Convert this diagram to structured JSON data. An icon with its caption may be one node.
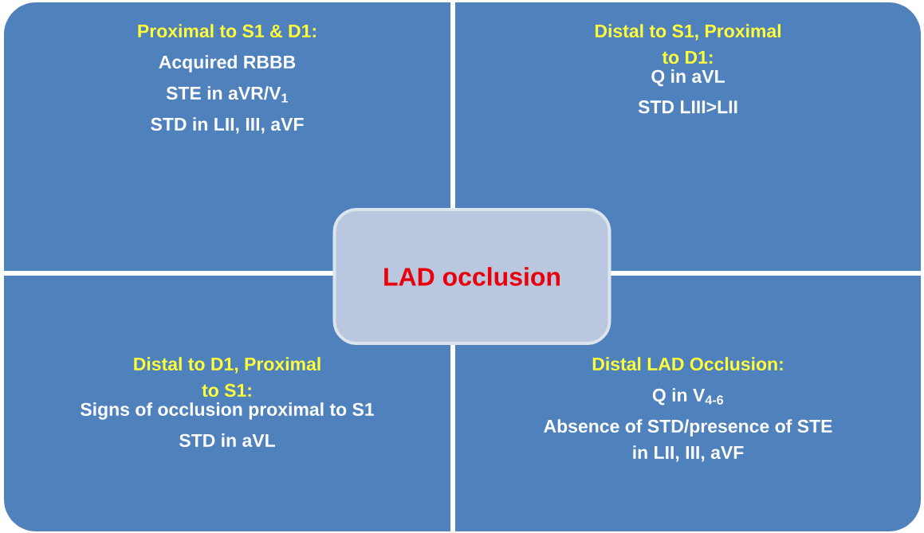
{
  "diagram": {
    "nodes": [
      {
        "text": [
          "Proximal to S1 & D1:",
          "Acquired RBBB",
          "STE in aVR/V$_{1}$",
          "STD in LII, III, aVF"
        ]
      },
      {
        "text": [
          "Distal to S1, Proximal to D1:",
          "Q in aVL",
          "STD LIII>LII"
        ]
      },
      {
        "text": [
          "Distal to D1, Proximal to S1:",
          "Signs of occlusion proximal to S1",
          "STD in aVL"
        ]
      },
      {
        "text": [
          "Distal LAD Occlusion:",
          "Q in V$_{4-6}$",
          "Absence of STD/presence of STE in LII, III, aVF"
        ]
      },
      {
        "text": [
          "LAD occlusion"
        ]
      }
    ]
  }
}
